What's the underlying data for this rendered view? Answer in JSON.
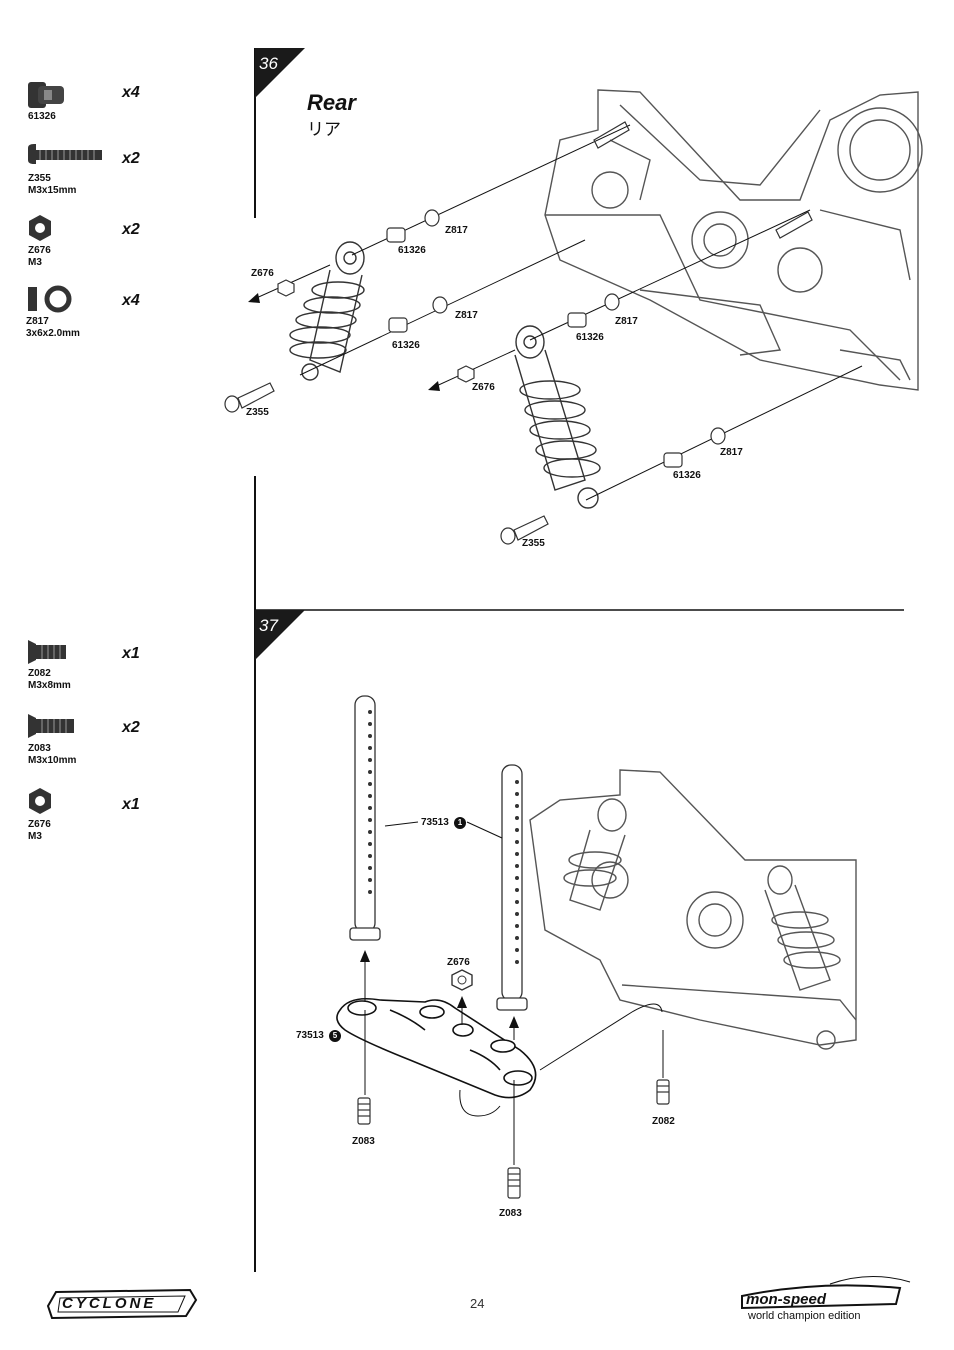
{
  "page_number": "24",
  "steps": [
    {
      "number": "36",
      "title": "Rear",
      "subtitle": "リア",
      "parts": [
        {
          "code": "61326",
          "spec": "",
          "qty": "x4",
          "icon": "ball-end-icon"
        },
        {
          "code": "Z355",
          "spec": "M3x15mm",
          "qty": "x2",
          "icon": "button-head-screw-icon"
        },
        {
          "code": "Z676",
          "spec": "M3",
          "qty": "x2",
          "icon": "hex-nut-icon"
        },
        {
          "code": "Z817",
          "spec": "3x6x2.0mm",
          "qty": "x4",
          "icon": "washer-icon"
        }
      ],
      "callouts": [
        "Z817",
        "61326",
        "Z676",
        "Z817",
        "61326",
        "Z355",
        "61326",
        "Z817",
        "Z676",
        "Z817",
        "61326",
        "Z355"
      ]
    },
    {
      "number": "37",
      "parts": [
        {
          "code": "Z082",
          "spec": "M3x8mm",
          "qty": "x1",
          "icon": "countersunk-screw-icon"
        },
        {
          "code": "Z083",
          "spec": "M3x10mm",
          "qty": "x2",
          "icon": "countersunk-screw-icon"
        },
        {
          "code": "Z676",
          "spec": "M3",
          "qty": "x1",
          "icon": "hex-nut-icon"
        }
      ],
      "callouts": [
        "73513",
        "Z676",
        "73513",
        "Z083",
        "Z082",
        "Z083"
      ],
      "markers": [
        "1",
        "5"
      ]
    }
  ],
  "logos": {
    "left": "CYCLONE",
    "right": "mon-speed",
    "right_tagline": "world champion edition"
  }
}
